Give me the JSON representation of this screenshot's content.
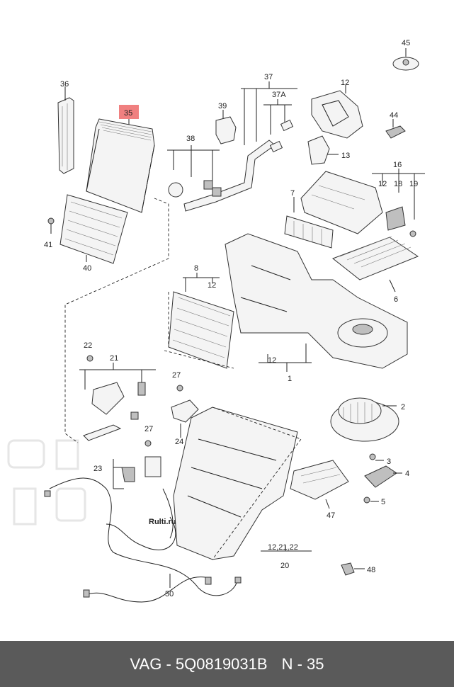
{
  "callouts": {
    "c1": "1",
    "c2": "2",
    "c3": "3",
    "c4": "4",
    "c5": "5",
    "c6": "6",
    "c7": "7",
    "c8": "8",
    "c12a": "12",
    "c12b": "12",
    "c12c": "12",
    "c12d": "12",
    "c13": "13",
    "c16": "16",
    "c18": "18",
    "c19": "19",
    "c21": "21",
    "c22": "22",
    "c23": "23",
    "c24": "24",
    "c27a": "27",
    "c27b": "27",
    "c35": "35",
    "c36": "36",
    "c37": "37",
    "c37a": "37A",
    "c38": "38",
    "c39": "39",
    "c40": "40",
    "c41": "41",
    "c44": "44",
    "c45": "45",
    "c47": "47",
    "c48": "48",
    "c50": "50",
    "c20": "20",
    "c122122": "12,21,22"
  },
  "highlight_color": "#f08080",
  "watermark": "Rulti.ru",
  "footer": {
    "brand": "VAG - 5Q0819031B",
    "ref": "N - 35"
  }
}
